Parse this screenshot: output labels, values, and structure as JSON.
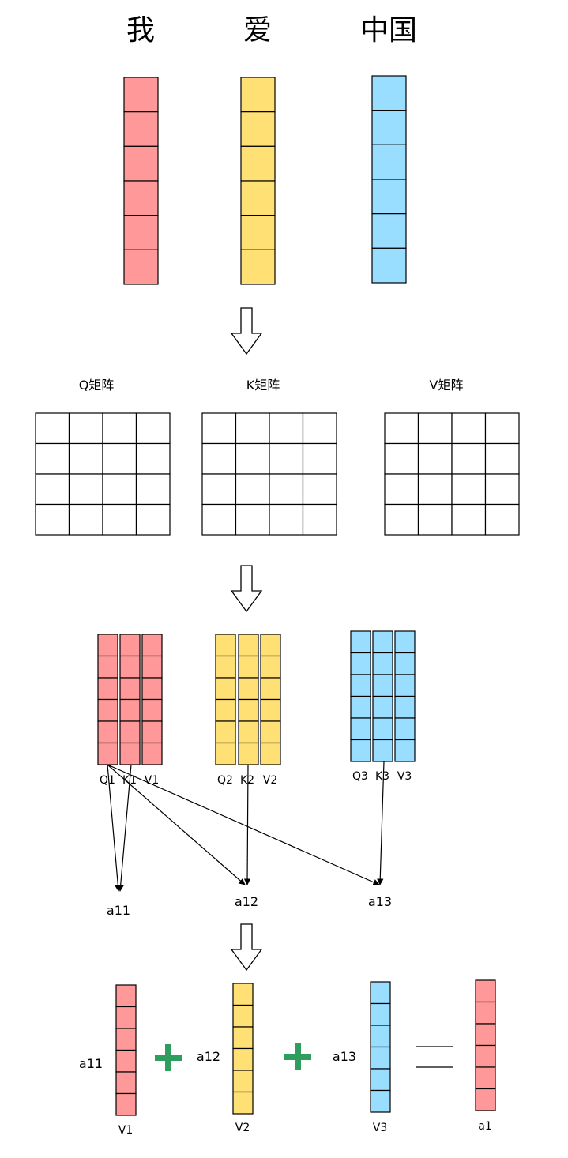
{
  "tokens": [
    "我",
    "爱",
    "中国"
  ],
  "matrices": [
    {
      "label": "Q矩阵",
      "rows": 4,
      "cols": 4
    },
    {
      "label": "K矩阵",
      "rows": 4,
      "cols": 4
    },
    {
      "label": "V矩阵",
      "rows": 4,
      "cols": 4
    }
  ],
  "token_vectors": [
    {
      "tokens": [
        "Q1",
        "K1",
        "V1"
      ],
      "color": "#FF9999"
    },
    {
      "tokens": [
        "Q2",
        "K2",
        "V2"
      ],
      "color": "#FFE075"
    },
    {
      "tokens": [
        "Q3",
        "K3",
        "V3"
      ],
      "color": "#99DDFF"
    }
  ],
  "scores": [
    "a11",
    "a12",
    "a13"
  ],
  "sum_terms": [
    {
      "weight": "a11",
      "vector": "V1",
      "color": "#FF9999"
    },
    {
      "weight": "a12",
      "vector": "V2",
      "color": "#FFE075"
    },
    {
      "weight": "a13",
      "vector": "V3",
      "color": "#99DDFF"
    }
  ],
  "result": {
    "label": "a1",
    "color": "#FF9999"
  },
  "vector_cells": 6,
  "colors": {
    "plus": "#2E9E5E",
    "line": "#000000",
    "matrix_fill": "#FFFFFF"
  }
}
